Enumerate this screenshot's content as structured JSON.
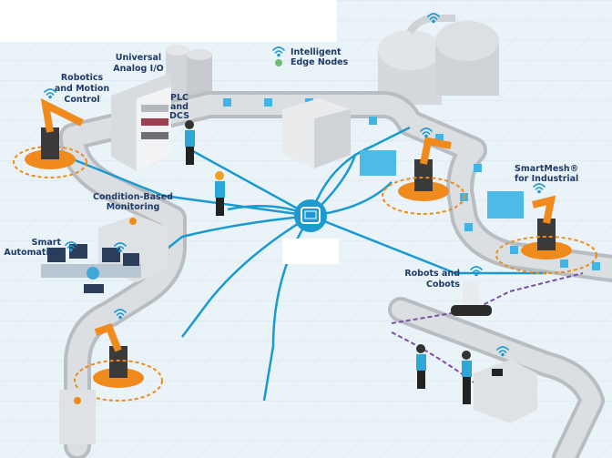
{
  "labels": {
    "robotics": [
      "Robotics",
      "and Motion",
      "Control"
    ],
    "analog_io": [
      "Universal",
      "Analog I/O"
    ],
    "edge_nodes": [
      "Intelligent",
      "Edge Nodes"
    ],
    "plc": [
      "PLC",
      "and",
      "DCS"
    ],
    "condition": [
      "Condition-Based",
      "Monitoring"
    ],
    "smart_automation": [
      "Smart",
      "Automation"
    ],
    "smartmesh": [
      "SmartMesh®",
      "for Industrial"
    ],
    "robots": [
      "Robots and",
      "Cobots"
    ]
  },
  "colors": {
    "network_line": "#1a9ad0",
    "label_text": "#1f3a66",
    "robot_orange": "#f08a1c",
    "conveyor": "#c9cdd1",
    "box_blue": "#3fb4e6",
    "purple_path": "#7b4fa8"
  },
  "icons": [
    "wifi-icon",
    "network-hub-icon",
    "robot-arm-icon",
    "worker-icon",
    "silo-icon",
    "tank-icon"
  ]
}
